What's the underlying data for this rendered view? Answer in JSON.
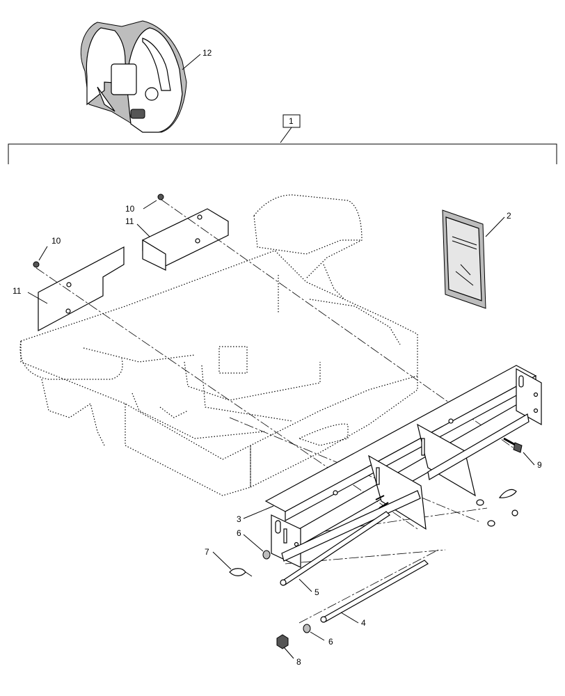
{
  "callouts": {
    "c1": "1",
    "c2": "2",
    "c3": "3",
    "c4": "4",
    "c5": "5",
    "c6a": "6",
    "c6b": "6",
    "c7": "7",
    "c8": "8",
    "c9": "9",
    "c10a": "10",
    "c10b": "10",
    "c11a": "11",
    "c11b": "11",
    "c12": "12"
  }
}
